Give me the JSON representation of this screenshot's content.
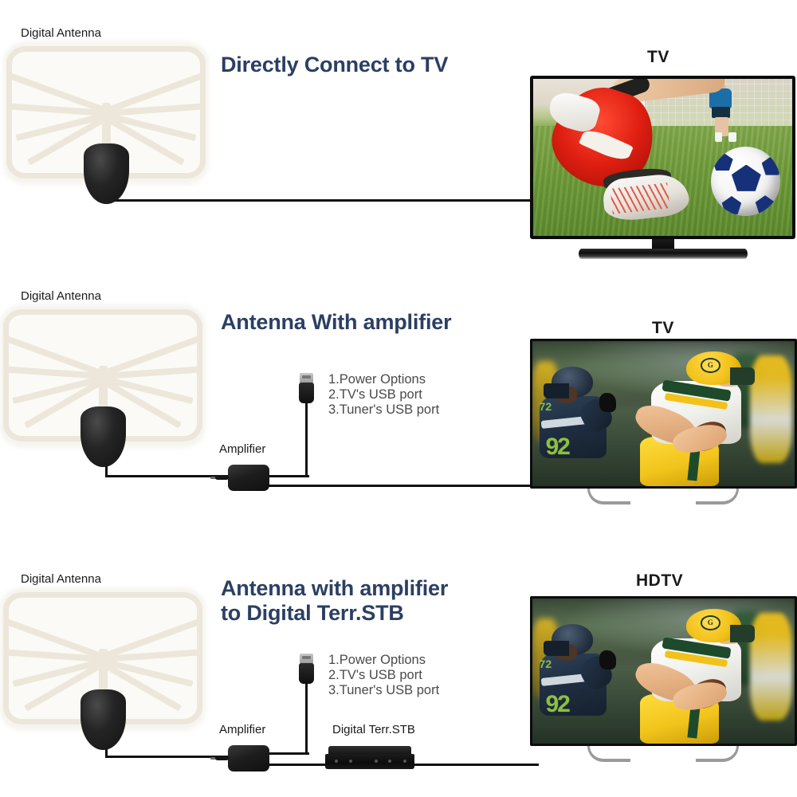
{
  "meta": {
    "title_color": "#2b3f63",
    "label_color": "#1a1a1a",
    "list_color": "#4a4a4a",
    "antenna_color": "#ece7da",
    "cable_color": "#111111"
  },
  "rows": [
    {
      "id": "row-1",
      "section_title": "Directly Connect to TV",
      "antenna_label": "Digital Antenna",
      "tv_label": "TV",
      "tv_content": "soccer-match"
    },
    {
      "id": "row-2",
      "section_title": "Antenna With amplifier",
      "antenna_label": "Digital Antenna",
      "amplifier_label": "Amplifier",
      "usb_options": "1.Power Options\n2.TV's USB port\n3.Tuner's USB port",
      "tv_label": "TV",
      "tv_content": "american-football"
    },
    {
      "id": "row-3",
      "section_title": "Antenna with amplifier\nto Digital Terr.STB",
      "antenna_label": "Digital Antenna",
      "amplifier_label": "Amplifier",
      "stb_label": "Digital Terr.STB",
      "usb_options": "1.Power Options\n2.TV's USB port\n3.Tuner's USB port",
      "tv_label": "HDTV",
      "tv_content": "american-football"
    }
  ]
}
